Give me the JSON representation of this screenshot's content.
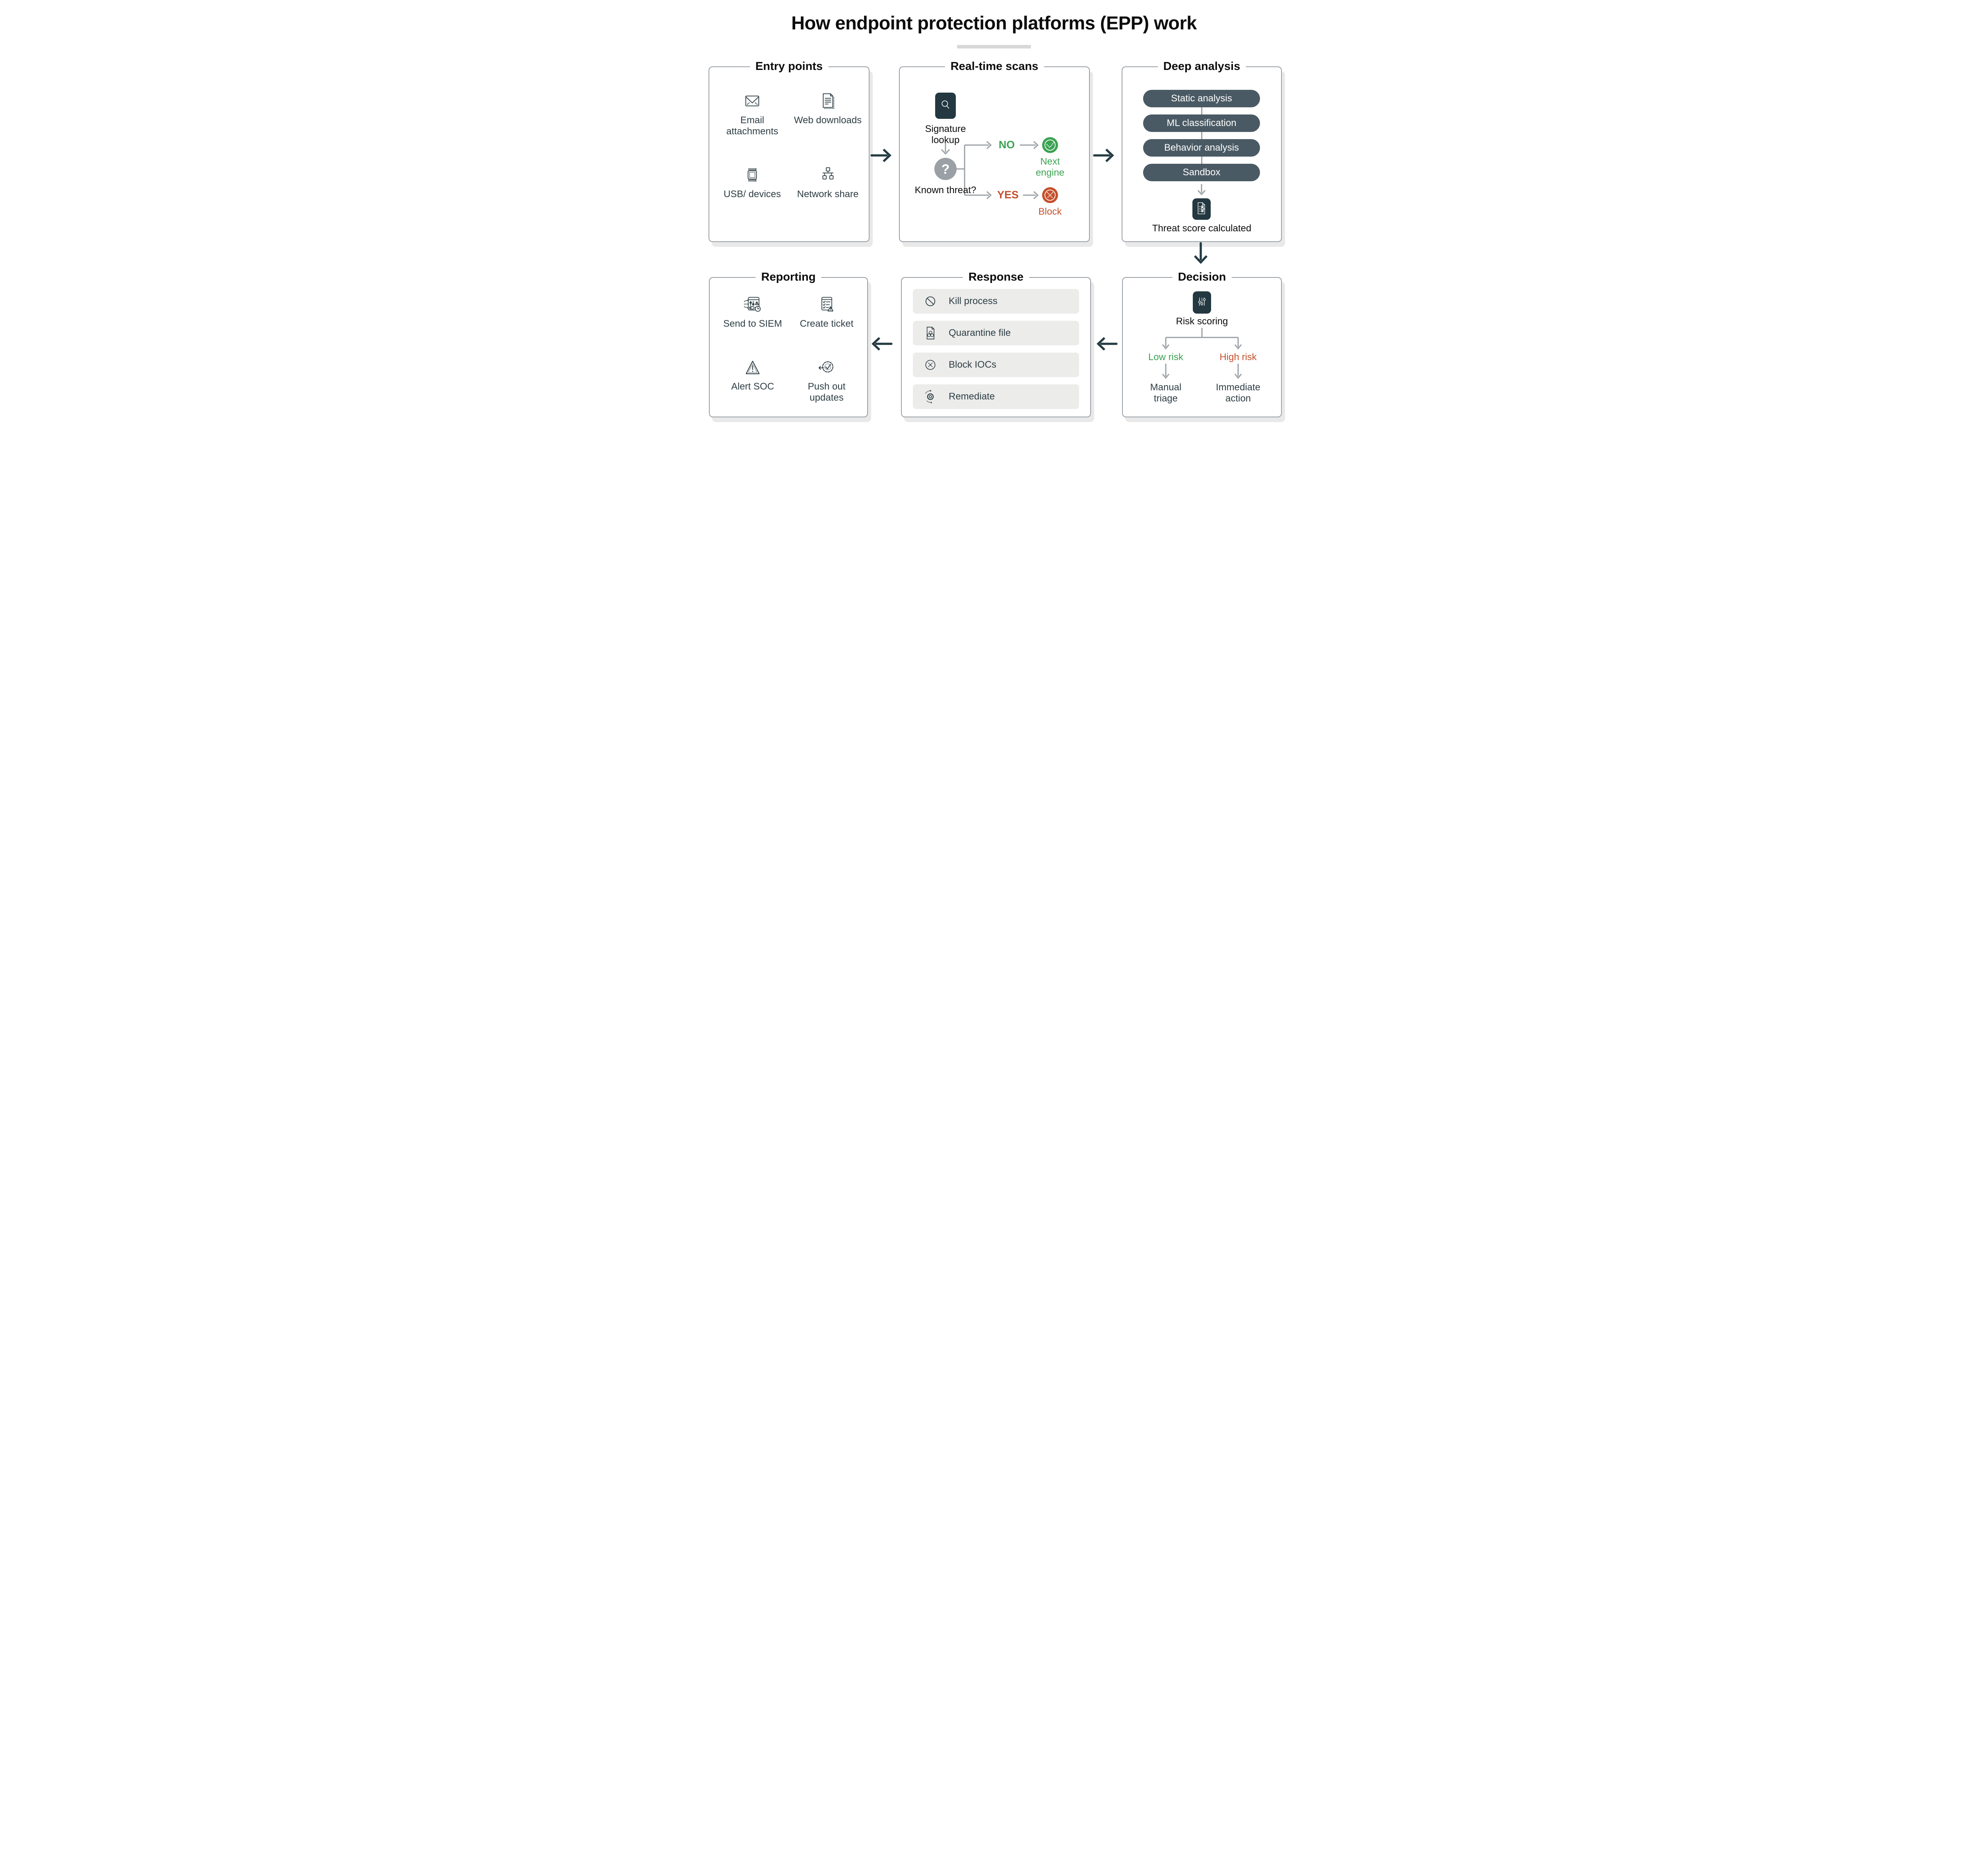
{
  "page": {
    "title": "How endpoint protection platforms (EPP) work"
  },
  "colors": {
    "accent_green": "#3ca352",
    "accent_red": "#c5502b",
    "slate_text": "#2e3e44",
    "pill_background": "#4a5a64",
    "dark_tile": "#233840",
    "connector_gray": "#9aa0a6",
    "row_background": "#ececeb"
  },
  "panels": {
    "entry": {
      "title": "Entry points",
      "items": [
        {
          "label": "Email attachments",
          "icon": "envelope-icon"
        },
        {
          "label": "Web downloads",
          "icon": "download-document-icon"
        },
        {
          "label": "USB/ devices",
          "icon": "chip-icon"
        },
        {
          "label": "Network share",
          "icon": "network-share-icon"
        }
      ]
    },
    "realtime": {
      "title": "Real-time scans",
      "signature_label": "Signature lookup",
      "signature_icon": "search-icon",
      "question_mark": "?",
      "known_threat_label": "Known threat?",
      "no_label": "NO",
      "yes_label": "YES",
      "next_engine_label": "Next engine",
      "next_engine_icon": "check-circle-icon",
      "block_label": "Block",
      "block_icon": "x-circle-icon"
    },
    "deep": {
      "title": "Deep analysis",
      "pills": [
        "Static analysis",
        "ML classification",
        "Behavior analysis",
        "Sandbox"
      ],
      "result_label": "Threat score calculated",
      "result_icon": "score-report-icon"
    },
    "decision": {
      "title": "Decision",
      "risk_scoring_label": "Risk scoring",
      "risk_scoring_icon": "sliders-icon",
      "low_risk_label": "Low risk",
      "high_risk_label": "High risk",
      "low_action_label": "Manual triage",
      "high_action_label": "Immediate action"
    },
    "response": {
      "title": "Response",
      "actions": [
        {
          "label": "Kill process",
          "icon": "prohibition-icon"
        },
        {
          "label": "Quarantine file",
          "icon": "biohazard-file-icon"
        },
        {
          "label": "Block IOCs",
          "icon": "block-iocs-icon"
        },
        {
          "label": "Remediate",
          "icon": "remediate-gear-icon"
        }
      ]
    },
    "reporting": {
      "title": "Reporting",
      "items": [
        {
          "label": "Send to SIEM",
          "icon": "siem-dashboard-icon"
        },
        {
          "label": "Create ticket",
          "icon": "ticket-checklist-icon"
        },
        {
          "label": "Alert SOC",
          "icon": "warning-triangle-icon"
        },
        {
          "label": "Push out updates",
          "icon": "update-badge-icon"
        }
      ]
    }
  }
}
